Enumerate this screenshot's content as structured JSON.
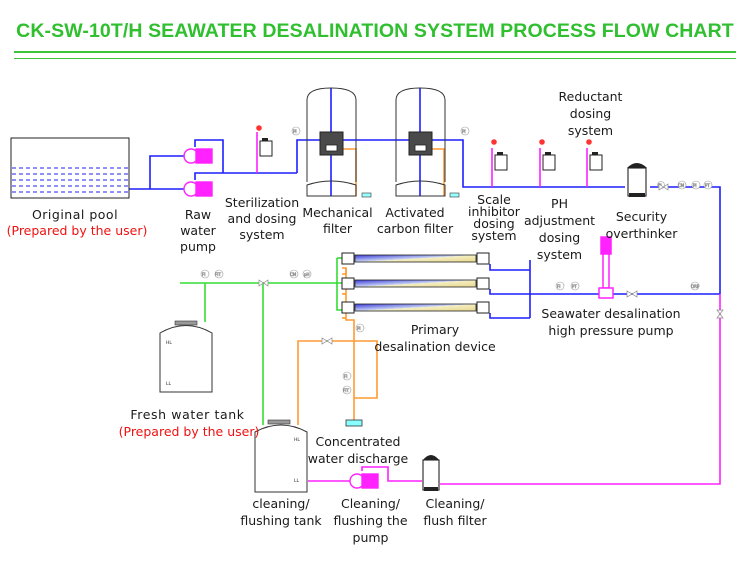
{
  "title": "CK-SW-10T/H SEAWATER DESALINATION SYSTEM PROCESS FLOW CHART",
  "colors": {
    "title": "#2fbf2f",
    "raw_water_line": "#1f1fff",
    "fresh_water_line": "#33dd33",
    "concentrate_line": "#ff9a33",
    "cleaning_line": "#ff22ff",
    "note_text": "#ee1111"
  },
  "components": {
    "original_pool": {
      "label": "Original pool",
      "note": "(Prepared by the user)"
    },
    "raw_water_pump": {
      "label_lines": [
        "Raw",
        "water",
        "pump"
      ]
    },
    "sterilization_dosing": {
      "label_lines": [
        "Sterilization",
        "and dosing",
        "system"
      ]
    },
    "mechanical_filter": {
      "label_lines": [
        "Mechanical",
        "filter"
      ]
    },
    "activated_carbon_filter": {
      "label_lines": [
        "Activated",
        "carbon filter"
      ]
    },
    "scale_inhibitor_dosing": {
      "label_lines": [
        "Scale",
        "inhibitor",
        "dosing",
        "system"
      ]
    },
    "ph_adjustment_dosing": {
      "label_lines": [
        "PH",
        "adjustment",
        "dosing",
        "system"
      ]
    },
    "reductant_dosing": {
      "label_lines": [
        "Reductant",
        "dosing",
        "system"
      ]
    },
    "security_filter": {
      "label_lines": [
        "Security",
        "overthinker"
      ]
    },
    "high_pressure_pump": {
      "label_lines": [
        "Seawater desalination",
        "high pressure pump"
      ]
    },
    "primary_desalination": {
      "label_lines": [
        "Primary",
        "desalination device"
      ]
    },
    "fresh_water_tank": {
      "label": "Fresh water tank",
      "note": "(Prepared by the user)"
    },
    "concentrated_discharge": {
      "label_lines": [
        "Concentrated",
        "water discharge"
      ]
    },
    "cleaning_tank": {
      "label_lines": [
        "cleaning/",
        "flushing tank"
      ]
    },
    "cleaning_pump": {
      "label_lines": [
        "Cleaning/",
        "flushing the",
        "pump"
      ]
    },
    "cleaning_filter": {
      "label_lines": [
        "Cleaning/",
        "flush filter"
      ]
    }
  },
  "instruments": {
    "pi": "PI",
    "fi": "FI",
    "fit": "FIT",
    "cm": "CM",
    "ph": "pH",
    "pt": "PT",
    "orp": "ORP",
    "tank_hl": "HL",
    "tank_ll": "LL"
  }
}
